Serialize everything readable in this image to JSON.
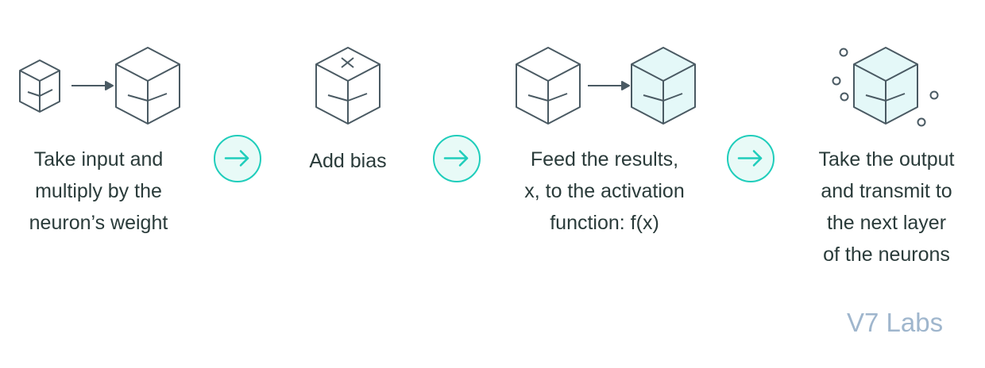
{
  "steps": [
    {
      "lines": [
        "Take input and",
        "multiply by the",
        "neuron’s weight"
      ],
      "icon": "cube-weight-icon"
    },
    {
      "lines": [
        "Add bias"
      ],
      "icon": "cube-bias-icon"
    },
    {
      "lines": [
        "Feed the results,",
        "x, to the activation",
        "function: f(x)"
      ],
      "icon": "cube-activation-icon"
    },
    {
      "lines": [
        "Take the output",
        "and transmit to",
        "the next layer",
        "of the neurons"
      ],
      "icon": "cube-transmit-icon"
    }
  ],
  "connectors": [
    "arrow-right-icon",
    "arrow-right-icon",
    "arrow-right-icon"
  ],
  "brand": "V7 Labs",
  "colors": {
    "text": "#2a3b3a",
    "cube_stroke": "#4a5a63",
    "cube_fill_active": "#e4f8f8",
    "accent": "#1fcdbb",
    "accent_fill": "#e8faf7",
    "brand": "#9fb6cd"
  }
}
